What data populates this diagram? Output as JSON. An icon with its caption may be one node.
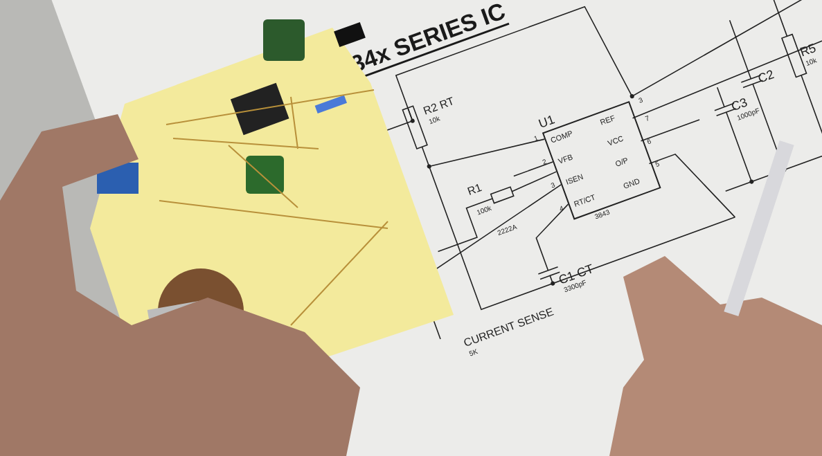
{
  "diagram": {
    "title": "34x SERIES IC",
    "labels": [
      "R2 RT",
      "10k",
      "U1",
      "COMP",
      "REF",
      "1",
      "3",
      "7",
      "VFB",
      "VCC",
      "2",
      "6",
      "ISEN",
      "O/P",
      "3",
      "5",
      "RT/CT",
      "GND",
      "4",
      "3843",
      "R1",
      "100k",
      "2222A",
      "C3",
      "1000pF",
      "C2",
      "R5",
      "10k",
      "C1 CT",
      "3300pF",
      "CURRENT SENSE",
      "5K"
    ]
  }
}
